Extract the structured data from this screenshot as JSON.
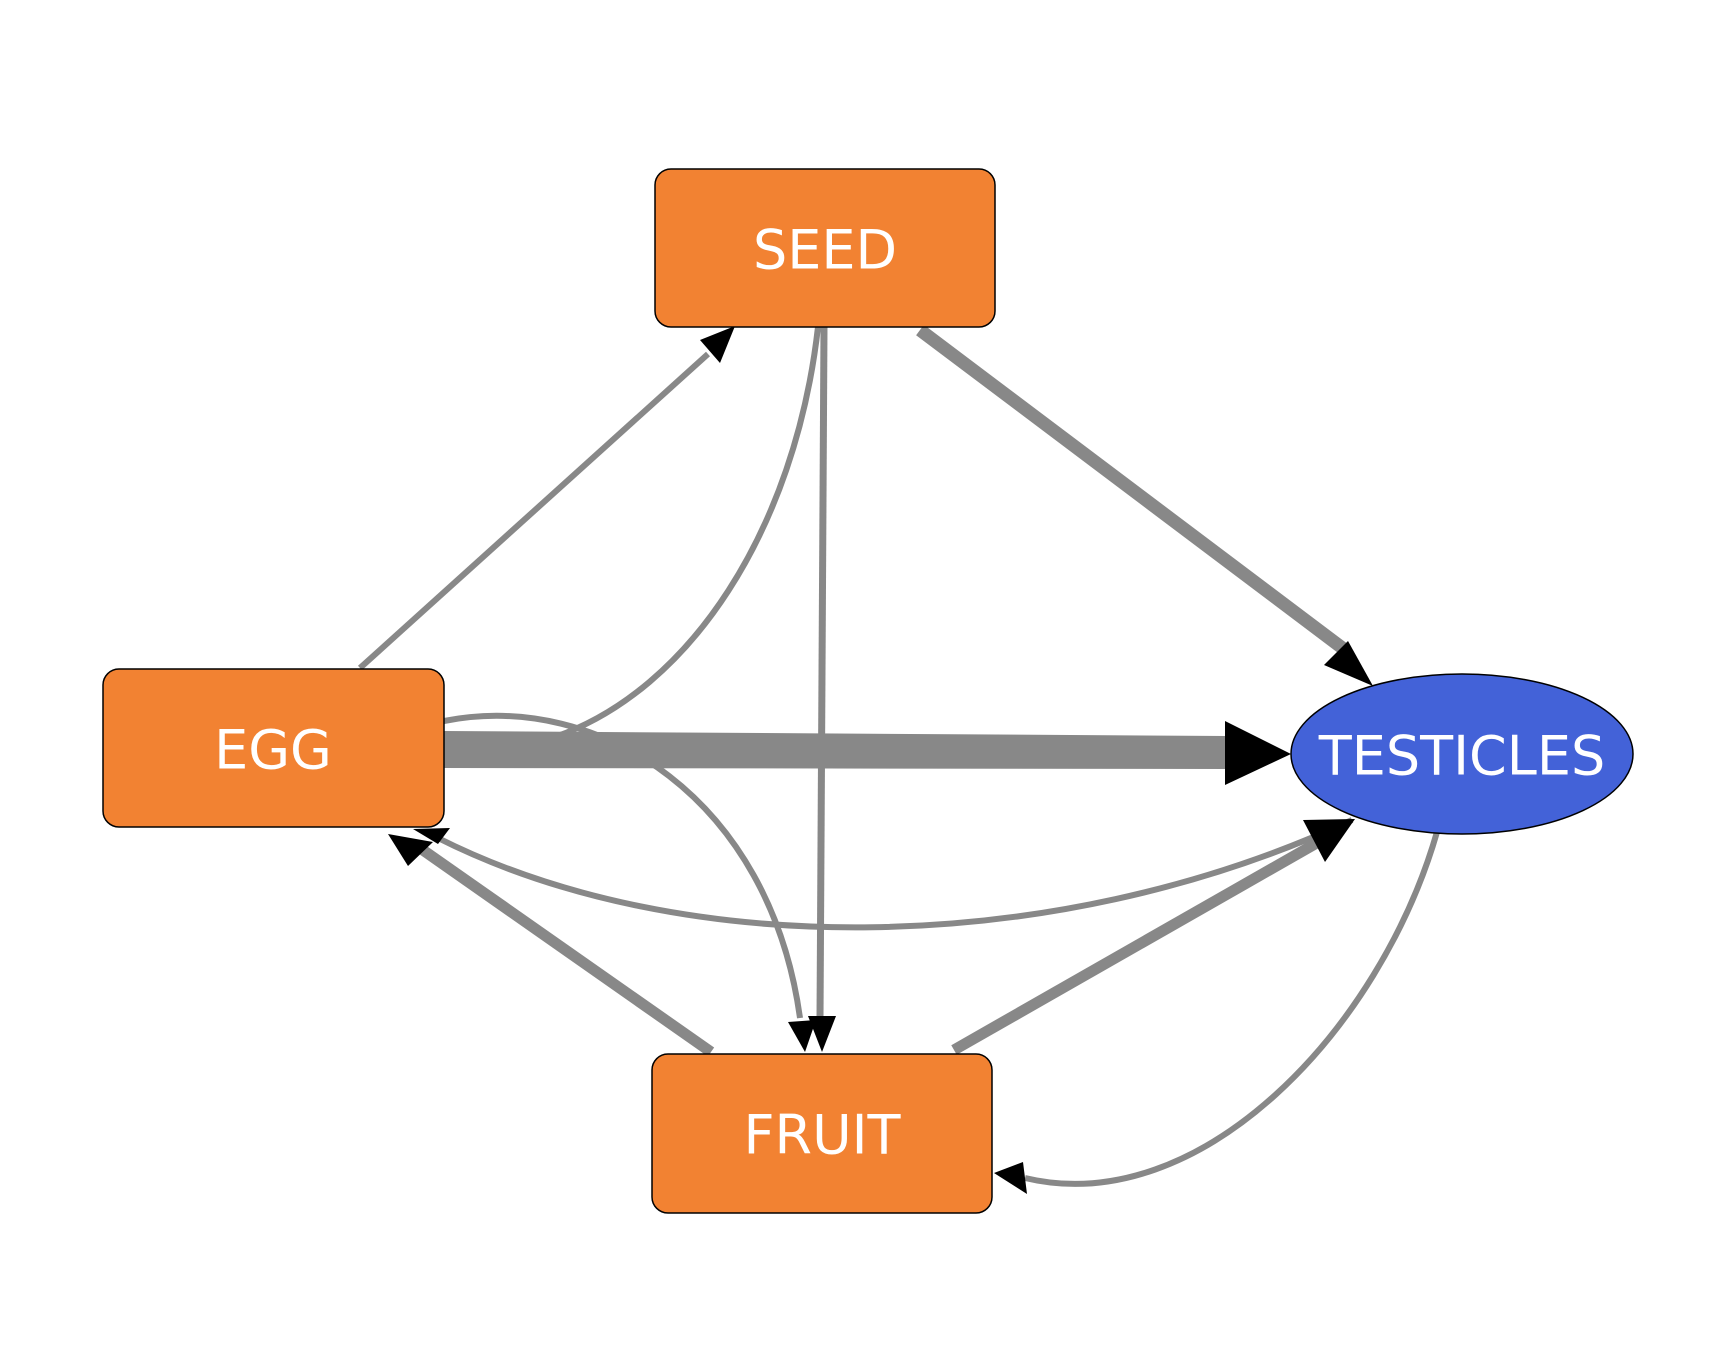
{
  "nodes": [
    {
      "id": "seed",
      "label": "SEED",
      "shape": "rounded-rectangle",
      "color": "#F28232"
    },
    {
      "id": "egg",
      "label": "EGG",
      "shape": "rounded-rectangle",
      "color": "#F28232"
    },
    {
      "id": "testicles",
      "label": "TESTICLES",
      "shape": "ellipse",
      "color": "#4362D8"
    },
    {
      "id": "fruit",
      "label": "FRUIT",
      "shape": "rounded-rectangle",
      "color": "#F28232"
    }
  ],
  "edges": [
    {
      "from": "egg",
      "to": "testicles",
      "weight": "heaviest"
    },
    {
      "from": "seed",
      "to": "testicles",
      "weight": "heavy"
    },
    {
      "from": "fruit",
      "to": "testicles",
      "weight": "medium"
    },
    {
      "from": "fruit",
      "to": "egg",
      "weight": "medium"
    },
    {
      "from": "egg",
      "to": "seed",
      "weight": "light"
    },
    {
      "from": "seed",
      "to": "egg",
      "weight": "light"
    },
    {
      "from": "seed",
      "to": "fruit",
      "weight": "light"
    },
    {
      "from": "egg",
      "to": "fruit",
      "weight": "light"
    },
    {
      "from": "testicles",
      "to": "egg",
      "weight": "light"
    },
    {
      "from": "testicles",
      "to": "fruit",
      "weight": "light"
    }
  ],
  "colors": {
    "edge": "#888888",
    "arrowhead": "#000000",
    "node_border": "#000000",
    "label": "#ffffff"
  }
}
